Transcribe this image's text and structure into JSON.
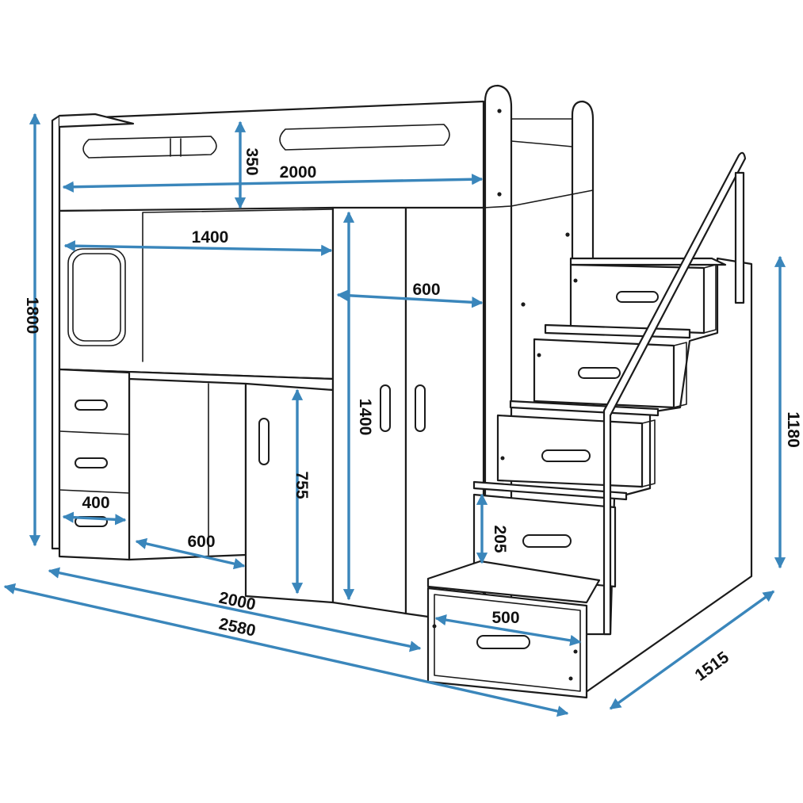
{
  "diagram": {
    "colors": {
      "outline": "#1b1b1b",
      "dimension": "#3a86bb",
      "text": "#111111"
    },
    "dimensions": {
      "total_height": "1800",
      "rail_height": "350",
      "bed_length": "2000",
      "desk_width": "1400",
      "wardrobe_depth": "600",
      "wardrobe_height": "1400",
      "desk_cabinet_height": "755",
      "drawer_width": "400",
      "desk_depth": "600",
      "base_length": "2000",
      "total_length": "2580",
      "step_height": "205",
      "step_width": "500",
      "stairs_height": "1180",
      "total_depth": "1515"
    }
  }
}
